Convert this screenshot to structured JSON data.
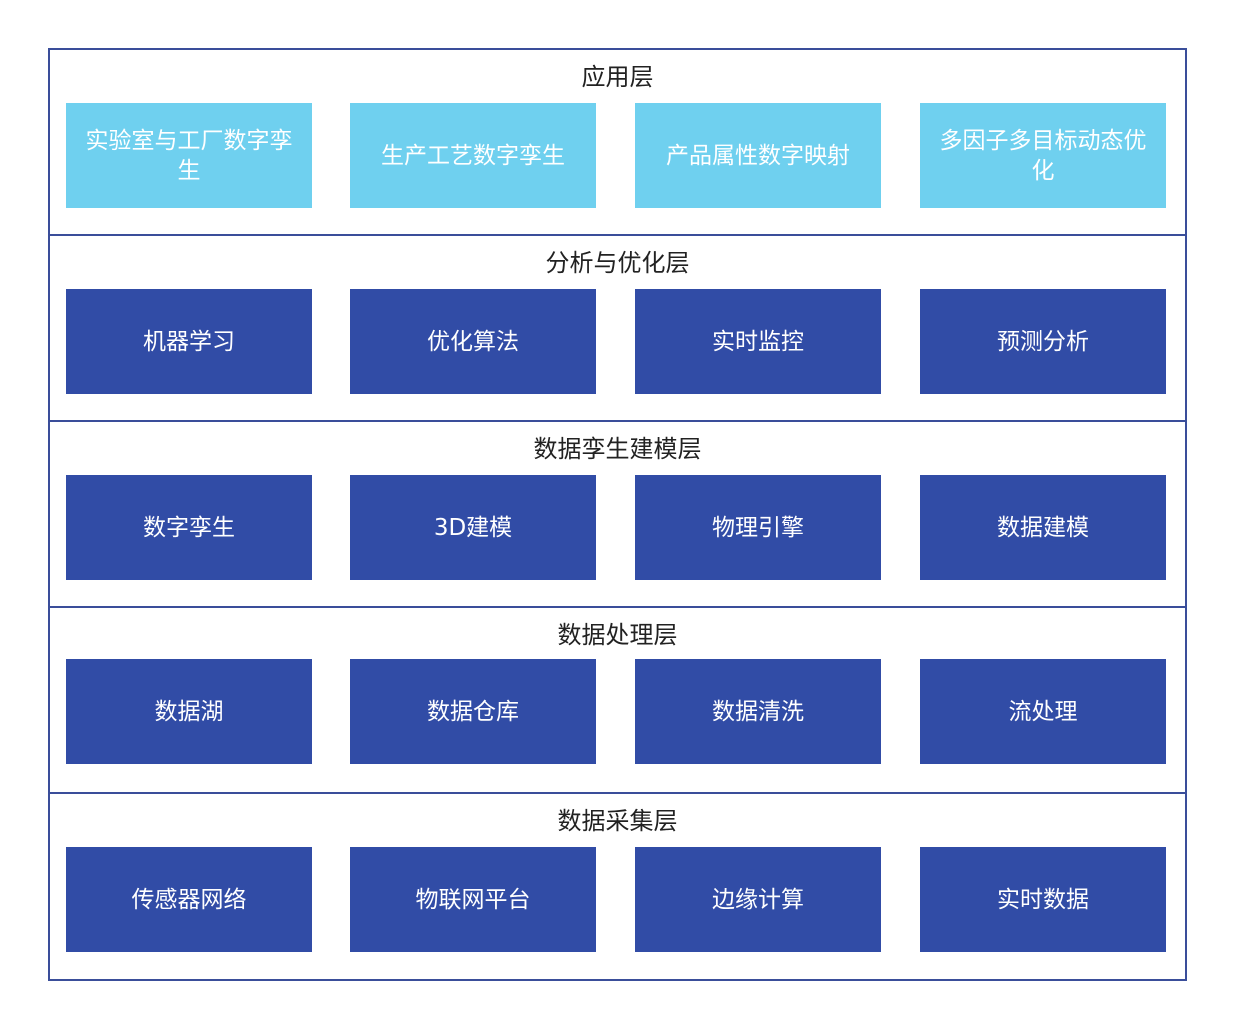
{
  "colors": {
    "border": "#3a4e9a",
    "dark_box": "#314ca6",
    "light_box": "#6fd0ef",
    "title_text": "#222222",
    "box_text": "#ffffff"
  },
  "layers": [
    {
      "title": "应用层",
      "style": "light",
      "boxes": [
        "实验室与工厂数字孪生",
        "生产工艺数字孪生",
        "产品属性数字映射",
        "多因子多目标动态优化"
      ]
    },
    {
      "title": "分析与优化层",
      "style": "dark",
      "boxes": [
        "机器学习",
        "优化算法",
        "实时监控",
        "预测分析"
      ]
    },
    {
      "title": "数据孪生建模层",
      "style": "dark",
      "boxes": [
        "数字孪生",
        "3D建模",
        "物理引擎",
        "数据建模"
      ]
    },
    {
      "title": "数据处理层",
      "style": "dark",
      "boxes": [
        "数据湖",
        "数据仓库",
        "数据清洗",
        "流处理"
      ]
    },
    {
      "title": "数据采集层",
      "style": "dark",
      "boxes": [
        "传感器网络",
        "物联网平台",
        "边缘计算",
        "实时数据"
      ]
    }
  ]
}
